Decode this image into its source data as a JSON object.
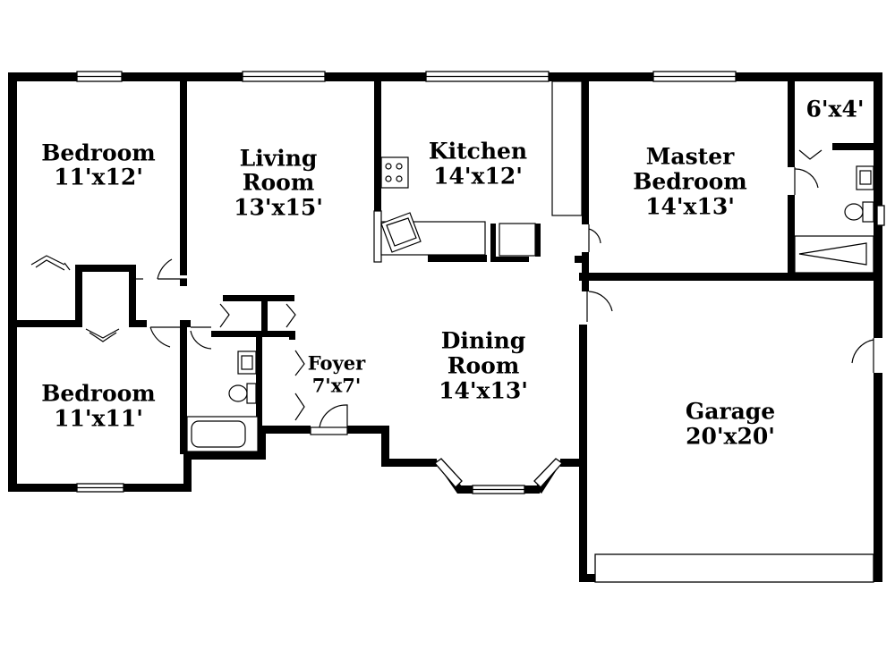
{
  "floorplan": {
    "rooms": [
      {
        "id": "bedroom-1",
        "name": "Bedroom",
        "dims": "11'x12'"
      },
      {
        "id": "living-room",
        "name_line1": "Living",
        "name_line2": "Room",
        "dims": "13'x15'"
      },
      {
        "id": "kitchen",
        "name": "Kitchen",
        "dims": "14'x12'"
      },
      {
        "id": "master-bedroom",
        "name_line1": "Master",
        "name_line2": "Bedroom",
        "dims": "14'x13'"
      },
      {
        "id": "closet",
        "dims": "6'x4'"
      },
      {
        "id": "bedroom-2",
        "name": "Bedroom",
        "dims": "11'x11'"
      },
      {
        "id": "foyer",
        "name": "Foyer",
        "dims": "7'x7'"
      },
      {
        "id": "dining-room",
        "name_line1": "Dining",
        "name_line2": "Room",
        "dims": "14'x13'"
      },
      {
        "id": "garage",
        "name": "Garage",
        "dims": "20'x20'"
      }
    ]
  }
}
